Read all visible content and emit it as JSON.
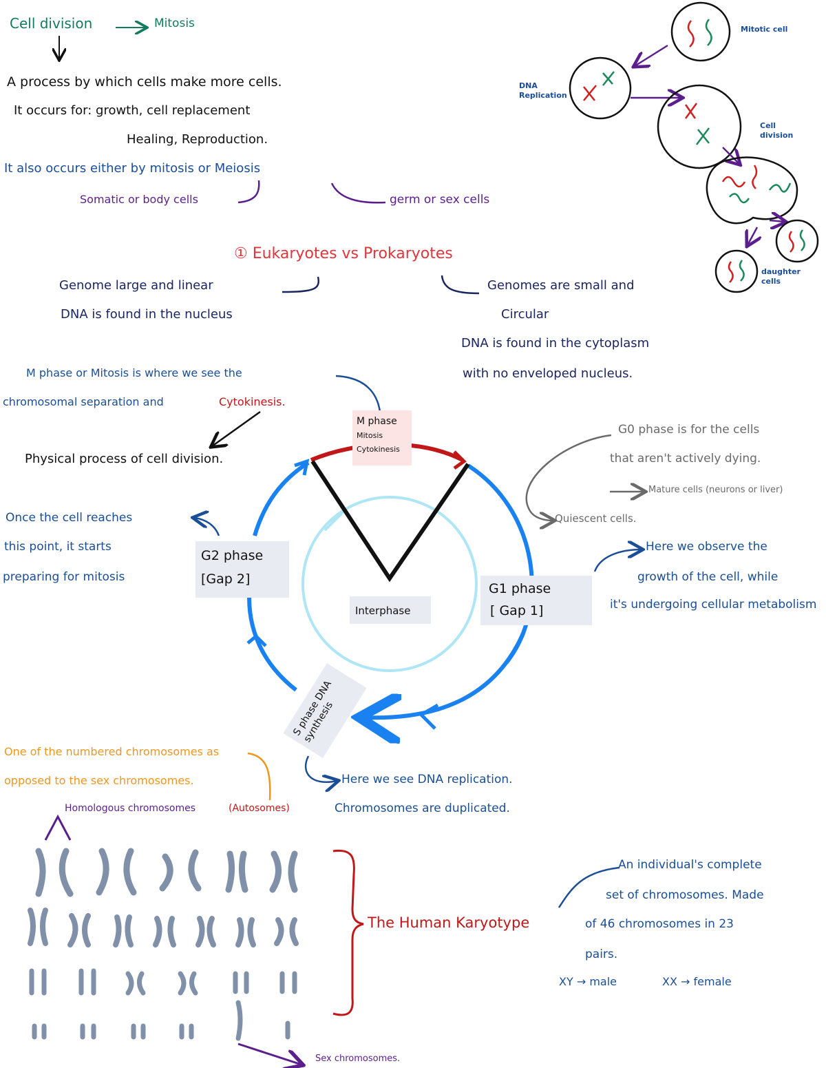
{
  "heading": {
    "left": "Cell division",
    "right": "Mitosis"
  },
  "intro": {
    "line1": "A process by which cells make more cells.",
    "line2": "It occurs for: growth, cell replacement",
    "line3": "Healing, Reproduction.",
    "line4": "It also occurs either by mitosis or Meiosis",
    "somatic": "Somatic or body cells",
    "germ": "germ or sex cells"
  },
  "mitosis_diagram": {
    "parent": "Mitotic cell",
    "dna": "DNA Replication",
    "division": "Cell division",
    "daughter": "daughter cells"
  },
  "comparison": {
    "title": "① Eukaryotes vs Prokaryotes",
    "euk1": "Genome large and linear",
    "euk2": "DNA is found in the nucleus",
    "pro1": "Genomes are small and",
    "pro2": "Circular",
    "pro3": "DNA is found in the cytoplasm",
    "pro4": "with no enveloped nucleus."
  },
  "cycle": {
    "m_note1": "M phase or Mitosis is where we see the",
    "m_note2a": "chromosomal separation and",
    "m_note2b": "Cytokinesis.",
    "physical": "Physical process of cell division.",
    "m_box1": "M phase",
    "m_box2": "Mitosis",
    "m_box3": "Cytokinesis",
    "g0_1": "G0 phase is for the cells",
    "g0_2": "that aren't actively dying.",
    "g0_3": "Mature cells (neurons or liver)",
    "g0_4": "Quiescent cells.",
    "g1_note1": "Here we observe the",
    "g1_note2": "growth of the cell, while",
    "g1_note3": "it's undergoing cellular metabolism",
    "g1_box1": "G1 phase",
    "g1_box2": "[ Gap 1]",
    "g2_box1": "G2 phase",
    "g2_box2": "[Gap 2]",
    "g2_note1": "Once the cell reaches",
    "g2_note2": "this point, it starts",
    "g2_note3": "preparing for mitosis",
    "interphase": "Interphase",
    "s_box": "S phase DNA synthesis",
    "s_note1": "Here we see DNA replication.",
    "s_note2": "Chromosomes are duplicated."
  },
  "karyotype": {
    "orange1": "One of the numbered chromosomes as",
    "orange2": "opposed to the sex chromosomes.",
    "homologous": "Homologous chromosomes",
    "autosomes": "(Autosomes)",
    "title": "The Human Karyotype",
    "desc1": "An individual's complete",
    "desc2": "set of chromosomes. Made",
    "desc3": "of 46 chromosomes in 23",
    "desc4": "pairs.",
    "xy": "XY → male",
    "xx": "XX → female",
    "sex": "Sex chromosomes."
  },
  "colors": {
    "green": "#127a5e",
    "blue": "#1a4e96",
    "navy": "#1b2560",
    "purple": "#5a1f8c",
    "red": "#e0353b",
    "darkred": "#c01818",
    "cycle_blue": "#1a82f0",
    "light_blue": "#aee6f5",
    "box_gray": "#e8ecf2",
    "m_box": "#fde4e4",
    "orange": "#f0961e"
  }
}
